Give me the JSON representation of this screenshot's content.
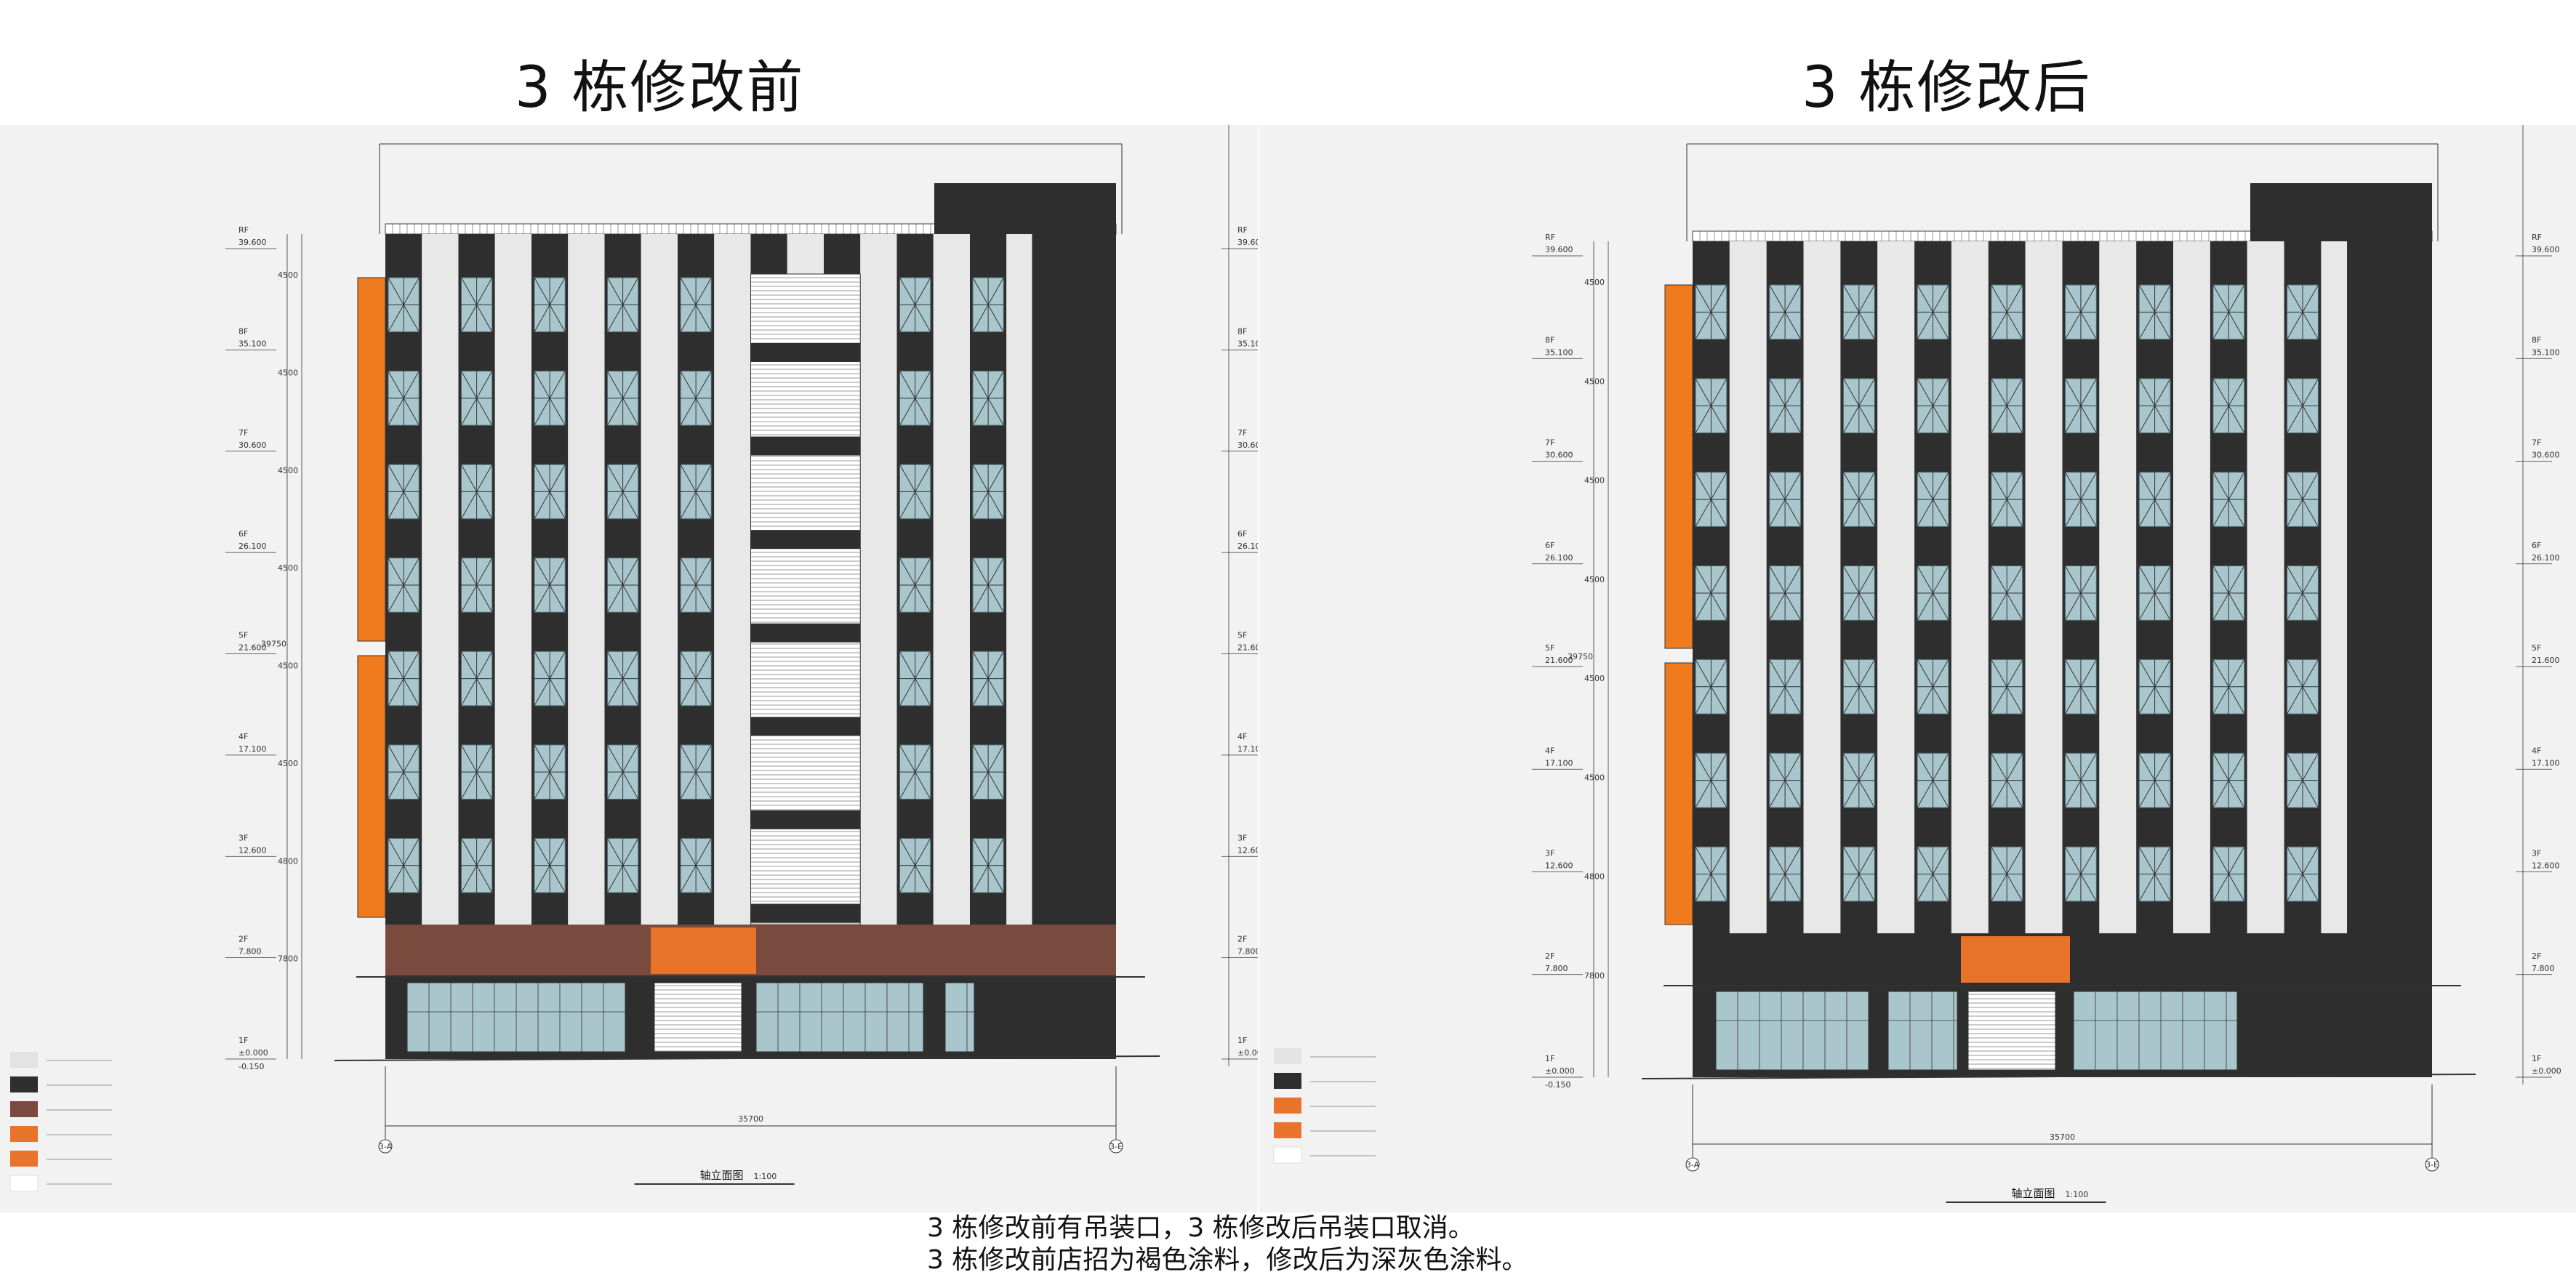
{
  "titles": {
    "before": "3 栋修改前",
    "after": "3 栋修改后"
  },
  "captions": {
    "line1": "3 栋修改前有吊装口，3 栋修改后吊装口取消。",
    "line2": "3 栋修改前店招为褐色涂料，修改后为深灰色涂料。"
  },
  "drawing": {
    "elevation_title": "轴立面图",
    "scale": "1:100",
    "axis_left": "3-A",
    "axis_right": "3-E",
    "overall_width": "35700",
    "total_height": "39750",
    "levels": [
      {
        "floor": "RF",
        "elev": "39.600"
      },
      {
        "floor": "8F",
        "elev": "35.100"
      },
      {
        "floor": "7F",
        "elev": "30.600"
      },
      {
        "floor": "6F",
        "elev": "26.100"
      },
      {
        "floor": "5F",
        "elev": "21.600"
      },
      {
        "floor": "4F",
        "elev": "17.100"
      },
      {
        "floor": "3F",
        "elev": "12.600"
      },
      {
        "floor": "2F",
        "elev": "7.800"
      },
      {
        "floor": "1F",
        "elev": "±0.000"
      }
    ],
    "ground": "-0.150",
    "floor_heights": [
      "4500",
      "4500",
      "4500",
      "4500",
      "4500",
      "4500",
      "4800",
      "7800"
    ]
  },
  "colors": {
    "panel_bg": "#f2f2f2",
    "light_gray": "#e3e3e3",
    "dark_gray": "#2e2e2e",
    "brown": "#7a4a3f",
    "orange": "#e8732a",
    "orange_bright": "#f07a1e",
    "glass": "#a9c6cc"
  },
  "legend_before": [
    "light-gray",
    "dark-gray",
    "brown",
    "orange",
    "orange",
    "white"
  ],
  "legend_after": [
    "light-gray",
    "dark-gray",
    "orange",
    "orange",
    "white"
  ]
}
